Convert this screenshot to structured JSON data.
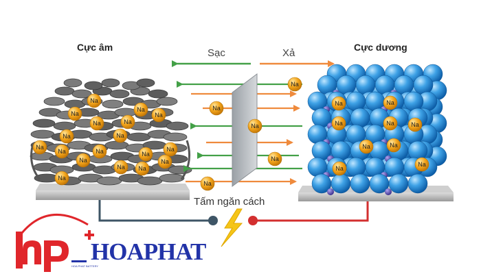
{
  "labels": {
    "anode": "Cực âm",
    "cathode": "Cực dương",
    "charge": "Sạc",
    "discharge": "Xả",
    "separator": "Tấm ngăn cách"
  },
  "ion_symbol": "Na",
  "logo": {
    "monogram": "hp",
    "name": "HOAPHAT",
    "tagline": "HOA PHAT BATTERY"
  },
  "colors": {
    "charge_arrow": "#43a047",
    "discharge_arrow": "#ef8a3c",
    "ion_fill": "#f3a51c",
    "cathode_sphere": "#2a8fd6",
    "cathode_small_sphere": "#5a4fb0",
    "anode_flake": "#6b6b6b",
    "wire_left": "#3e5566",
    "wire_right": "#d32f2f",
    "lightning": "#f5c518",
    "logo_red": "#e0262b",
    "logo_blue": "#2233a8"
  }
}
